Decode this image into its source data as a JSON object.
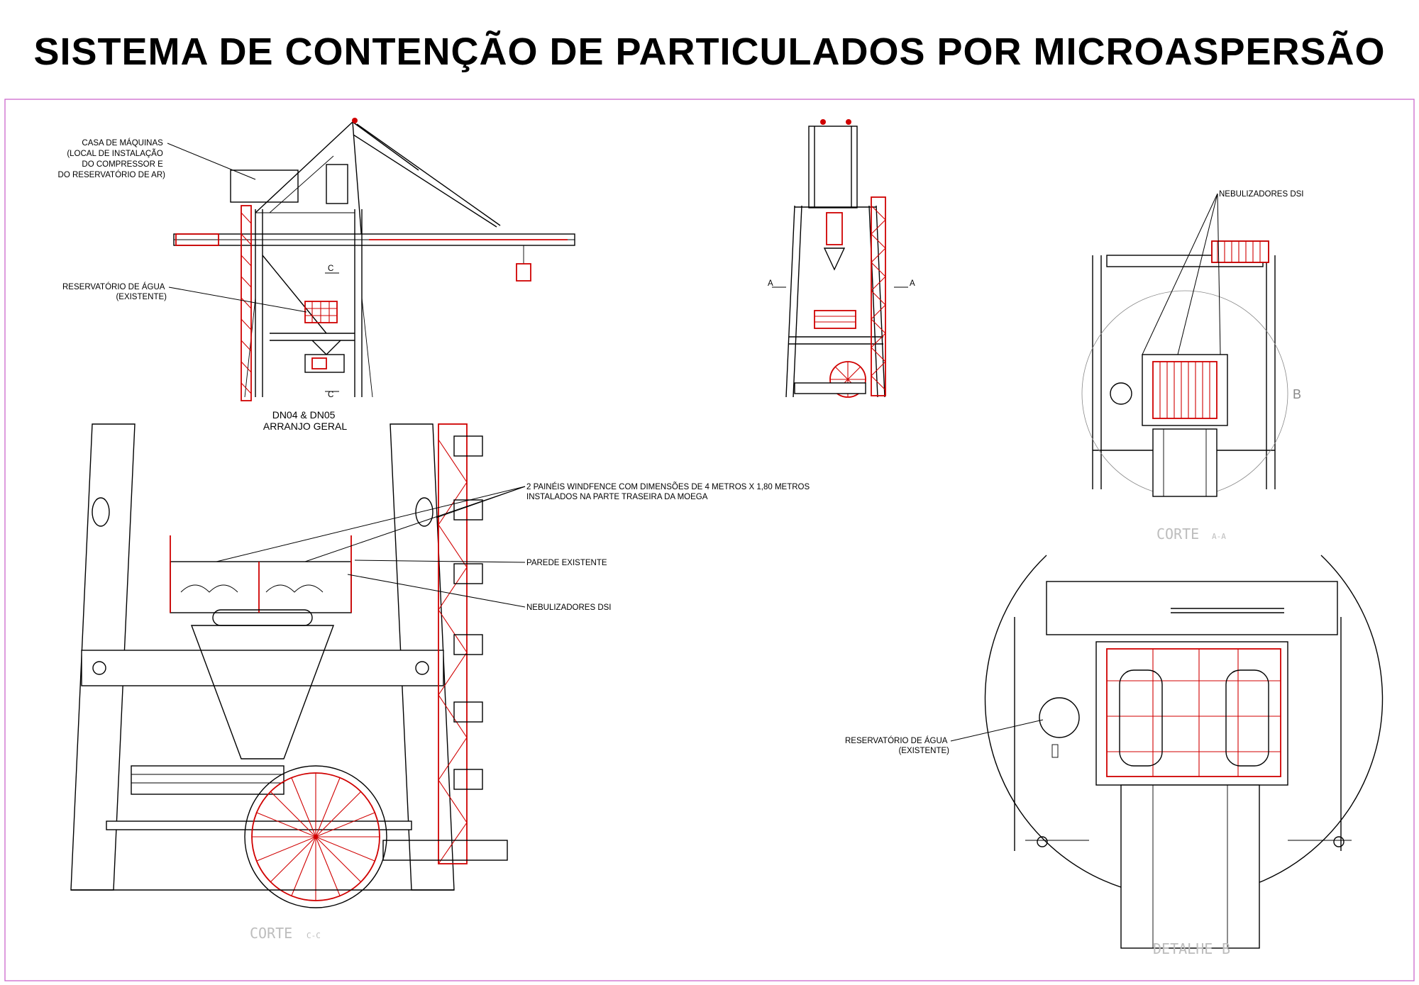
{
  "title": "SISTEMA DE CONTENÇÃO DE PARTICULADOS POR MICROASPERSÃO",
  "labels": {
    "casa_maquinas": [
      "CASA DE MÁQUINAS",
      "(LOCAL DE INSTALAÇÃO",
      "DO COMPRESSOR E",
      "DO RESERVATÓRIO DE AR)"
    ],
    "reservatorio_agua_top": [
      "RESERVATÓRIO DE ÁGUA",
      "(EXISTENTE)"
    ],
    "arranjo_geral": [
      "DN04 & DN05",
      "ARRANJO GERAL"
    ],
    "section_c": "C",
    "section_a": "A",
    "nebulizadores_top": "NEBULIZADORES DSI",
    "windfence": [
      "2 PAINÉIS WINDFENCE COM DIMENSÕES DE 4 METROS X 1,80 METROS",
      "INSTALADOS NA PARTE TRASEIRA DA MOEGA"
    ],
    "parede_existente": "PAREDE EXISTENTE",
    "nebulizadores_mid": "NEBULIZADORES DSI",
    "reservatorio_agua_detail": [
      "RESERVATÓRIO DE ÁGUA",
      "(EXISTENTE)"
    ],
    "detail_marker": "B"
  },
  "captions": {
    "corte_aa": {
      "main": "CORTE",
      "sub": "A-A"
    },
    "corte_cc": {
      "main": "CORTE",
      "sub": "C-C"
    },
    "detalhe_b": {
      "main": "DETALHE",
      "sub": "B"
    }
  },
  "colors": {
    "line": "#000000",
    "highlight": "#d00000",
    "frame": "#cc66cc",
    "caption": "#bdbdbd"
  }
}
